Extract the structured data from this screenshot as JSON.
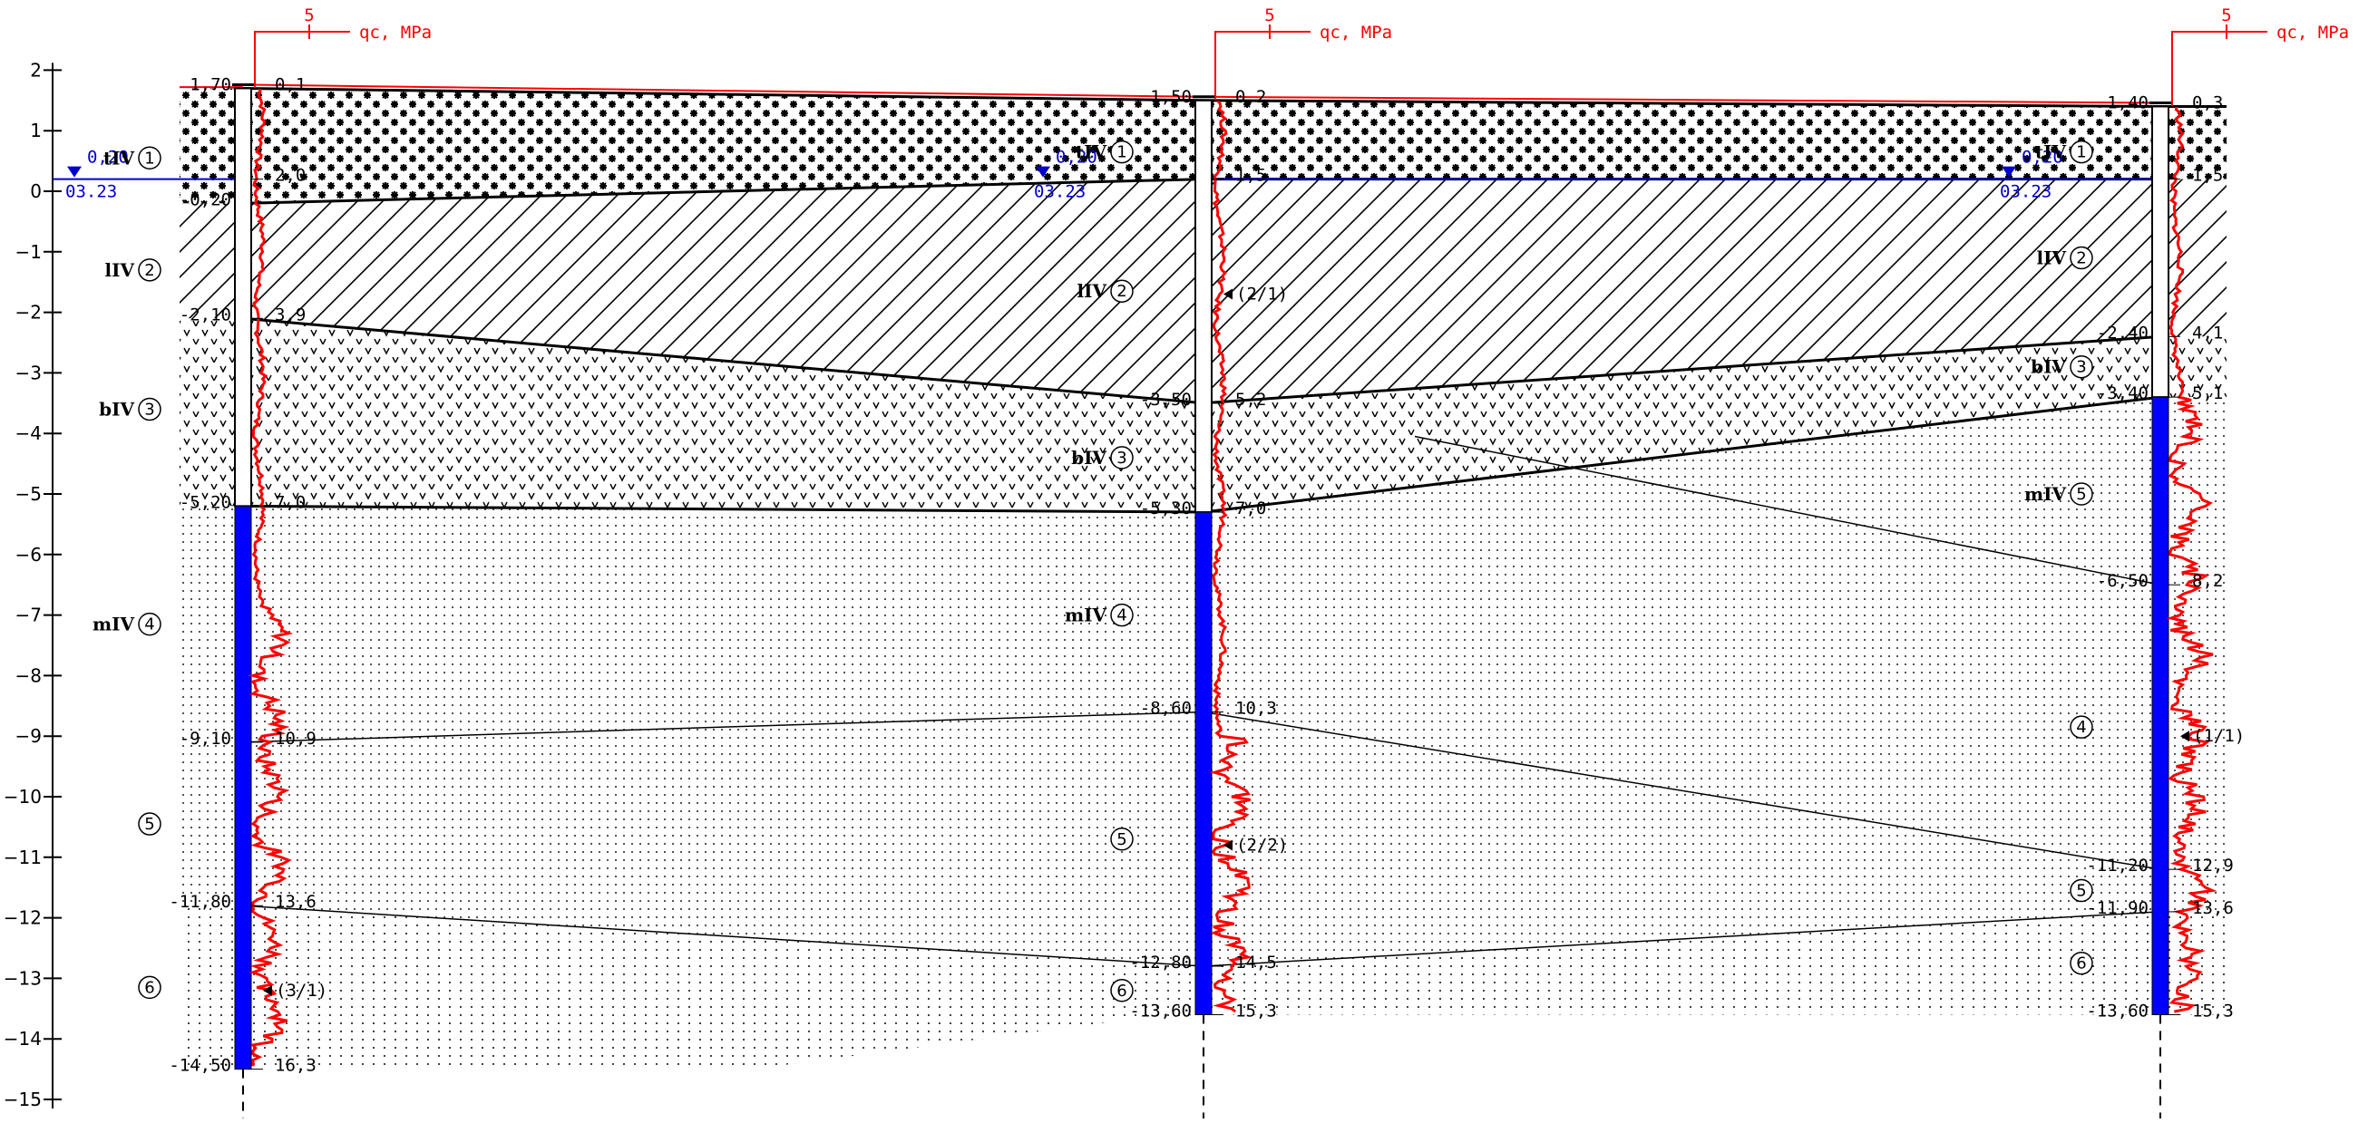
{
  "axis": {
    "ticks": [
      2,
      1,
      0,
      -1,
      -2,
      -3,
      -4,
      -5,
      -6,
      -7,
      -8,
      -9,
      -10,
      -11,
      -12,
      -13,
      -14,
      -15
    ],
    "y_min": -15,
    "y_max": 2
  },
  "cpt": {
    "scale_label": "5",
    "unit_label": "qc, MPa"
  },
  "water": {
    "level_text": "0,20",
    "date_text": "03.23"
  },
  "colors": {
    "cpt_curve": "#ff0000",
    "bore_fill": "#0000ff",
    "water": "#0000cc"
  },
  "boreholes": [
    {
      "id": "b1",
      "top": 1.7,
      "bottom": -14.5,
      "blue_from": -5.2,
      "cpt_values": [
        {
          "elev": 1.7,
          "text": "0,1"
        },
        {
          "elev": 0.2,
          "text": "2,0"
        },
        {
          "elev": -2.1,
          "text": "3,9"
        },
        {
          "elev": -5.2,
          "text": "7,0"
        },
        {
          "elev": -9.1,
          "text": "10,9"
        },
        {
          "elev": -11.8,
          "text": "13,6"
        },
        {
          "elev": -14.5,
          "text": "16,3"
        }
      ],
      "elevation_labels": [
        {
          "elev": 1.7,
          "text": "1,70"
        },
        {
          "elev": -0.2,
          "text": "-0,20"
        },
        {
          "elev": -2.1,
          "text": "-2,10"
        },
        {
          "elev": -5.2,
          "text": "-5,20"
        },
        {
          "elev": -9.1,
          "text": "-9,10"
        },
        {
          "elev": -11.8,
          "text": "-11,80"
        },
        {
          "elev": -14.5,
          "text": "-14,50"
        }
      ],
      "samples": [
        {
          "elev": -13.2,
          "text": "(3/1)"
        }
      ]
    },
    {
      "id": "b2",
      "top": 1.5,
      "bottom": -13.6,
      "blue_from": -5.3,
      "cpt_values": [
        {
          "elev": 1.5,
          "text": "0,2"
        },
        {
          "elev": 0.2,
          "text": "1,5"
        },
        {
          "elev": -3.5,
          "text": "5,2"
        },
        {
          "elev": -5.3,
          "text": "7,0"
        },
        {
          "elev": -8.6,
          "text": "10,3"
        },
        {
          "elev": -12.8,
          "text": "14,5"
        },
        {
          "elev": -13.6,
          "text": "15,3"
        }
      ],
      "elevation_labels": [
        {
          "elev": 1.5,
          "text": "1,50"
        },
        {
          "elev": -3.5,
          "text": "-3,50"
        },
        {
          "elev": -5.3,
          "text": "-5,30"
        },
        {
          "elev": -8.6,
          "text": "-8,60"
        },
        {
          "elev": -12.8,
          "text": "-12,80"
        },
        {
          "elev": -13.6,
          "text": "-13,60"
        }
      ],
      "samples": [
        {
          "elev": -1.7,
          "text": "(2/1)"
        },
        {
          "elev": -10.8,
          "text": "(2/2)"
        }
      ]
    },
    {
      "id": "b3",
      "top": 1.4,
      "bottom": -13.6,
      "blue_from": -3.4,
      "cpt_values": [
        {
          "elev": 1.4,
          "text": "0,3"
        },
        {
          "elev": 0.2,
          "text": "1,5"
        },
        {
          "elev": -2.4,
          "text": "4,1"
        },
        {
          "elev": -3.4,
          "text": "5,1"
        },
        {
          "elev": -6.5,
          "text": "8,2"
        },
        {
          "elev": -11.2,
          "text": "12,9"
        },
        {
          "elev": -11.9,
          "text": "13,6"
        },
        {
          "elev": -13.6,
          "text": "15,3"
        }
      ],
      "elevation_labels": [
        {
          "elev": 1.4,
          "text": "1,40"
        },
        {
          "elev": -2.4,
          "text": "-2,40"
        },
        {
          "elev": -3.4,
          "text": "-3,40"
        },
        {
          "elev": -6.5,
          "text": "-6,50"
        },
        {
          "elev": -11.2,
          "text": "-11,20"
        },
        {
          "elev": -11.9,
          "text": "-11,90"
        },
        {
          "elev": -13.6,
          "text": "-13,60"
        }
      ],
      "samples": [
        {
          "elev": -9.0,
          "text": "(1/1)"
        }
      ]
    }
  ],
  "layer_labels": [
    {
      "prefix": "tIV",
      "num": "1",
      "bore": 0,
      "elev": 0.55
    },
    {
      "prefix": "lIV",
      "num": "2",
      "bore": 0,
      "elev": -1.3
    },
    {
      "prefix": "bIV",
      "num": "3",
      "bore": 0,
      "elev": -3.6
    },
    {
      "prefix": "mIV",
      "num": "4",
      "bore": 0,
      "elev": -7.15
    },
    {
      "prefix": "",
      "num": "5",
      "bore": 0,
      "elev": -10.45
    },
    {
      "prefix": "",
      "num": "6",
      "bore": 0,
      "elev": -13.15
    },
    {
      "prefix": "tIV",
      "num": "1",
      "bore": 1,
      "elev": 0.65
    },
    {
      "prefix": "lIV",
      "num": "2",
      "bore": 1,
      "elev": -1.65
    },
    {
      "prefix": "bIV",
      "num": "3",
      "bore": 1,
      "elev": -4.4
    },
    {
      "prefix": "mIV",
      "num": "4",
      "bore": 1,
      "elev": -7.0
    },
    {
      "prefix": "",
      "num": "5",
      "bore": 1,
      "elev": -10.7
    },
    {
      "prefix": "",
      "num": "6",
      "bore": 1,
      "elev": -13.2
    },
    {
      "prefix": "tIV",
      "num": "1",
      "bore": 2,
      "elev": 0.65
    },
    {
      "prefix": "lIV",
      "num": "2",
      "bore": 2,
      "elev": -1.1
    },
    {
      "prefix": "bIV",
      "num": "3",
      "bore": 2,
      "elev": -2.9
    },
    {
      "prefix": "mIV",
      "num": "5",
      "bore": 2,
      "elev": -5.0
    },
    {
      "prefix": "",
      "num": "4",
      "bore": 2,
      "elev": -8.85
    },
    {
      "prefix": "",
      "num": "5",
      "bore": 2,
      "elev": -11.55
    },
    {
      "prefix": "",
      "num": "6",
      "bore": 2,
      "elev": -12.75
    }
  ]
}
